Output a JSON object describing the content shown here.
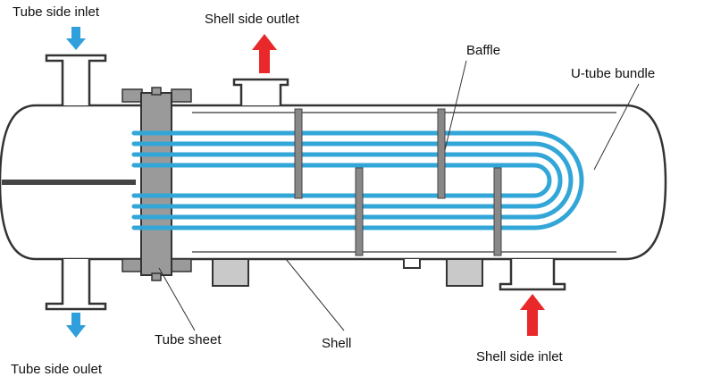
{
  "labels": {
    "tube_side_inlet": "Tube side inlet",
    "shell_side_outlet": "Shell side outlet",
    "baffle": "Baffle",
    "u_tube_bundle": "U-tube bundle",
    "tube_sheet": "Tube sheet",
    "shell": "Shell",
    "shell_side_inlet": "Shell side inlet",
    "tube_side_outlet": "Tube side oulet"
  },
  "colors": {
    "tube": "#33a6d8",
    "shell_flow_arrow": "#e8282a",
    "tube_flow_arrow": "#2fa0dc",
    "outline": "#333333",
    "shell_fill": "#ffffff",
    "support_fill": "#c9c9c9",
    "tubesheet_fill": "#9a9a9a"
  },
  "icons": {
    "tube_flow_arrow": "arrow-down",
    "shell_inlet_arrow": "arrow-up",
    "shell_outlet_arrow": "arrow-up"
  }
}
